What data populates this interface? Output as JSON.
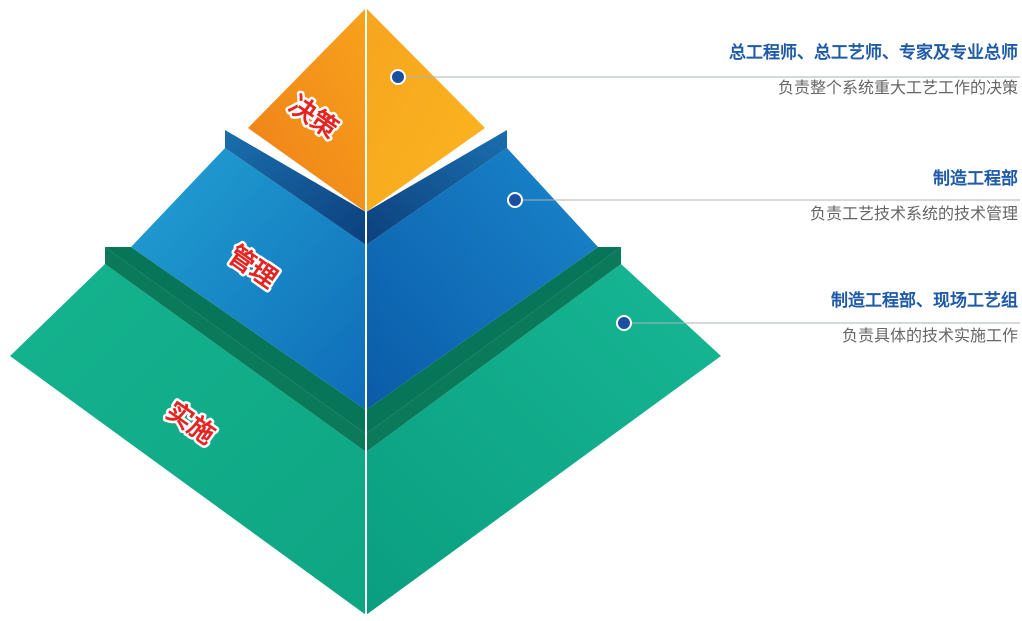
{
  "tiers": [
    {
      "label": "决策",
      "title": "总工程师、总工艺师、专家及专业总师",
      "description": "负责整个系统重大工艺工作的决策",
      "color": "#f5a21d"
    },
    {
      "label": "管理",
      "title": "制造工程部",
      "description": "负责工艺技术系统的技术管理",
      "color": "#1a7cc3"
    },
    {
      "label": "实施",
      "title": "制造工程部、现场工艺组",
      "description": "负责具体的技术实施工作",
      "color": "#12ad8c"
    }
  ],
  "colors": {
    "label_text": "#e52421",
    "title_text": "#1e5aa8",
    "desc_text": "#666666",
    "leader_line": "#aab3bd",
    "marker_dot": "#1a4fa3"
  }
}
